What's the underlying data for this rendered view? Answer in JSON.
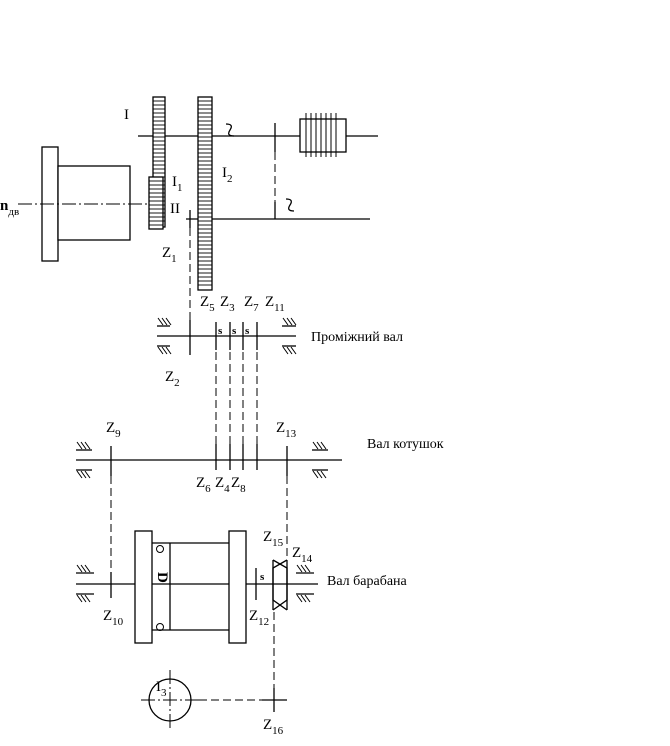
{
  "shaft_labels": {
    "intermediate": "Проміжний вал",
    "reel": "Вал котушок",
    "drum": "Вал барабана"
  },
  "roman": {
    "I": "I",
    "II": "II"
  },
  "motor": {
    "n": "n",
    "n_sub": "дв"
  },
  "drum_letter": "D",
  "i_labels": [
    {
      "base": "I",
      "sub": "1"
    },
    {
      "base": "I",
      "sub": "2"
    },
    {
      "base": "I",
      "sub": "3"
    }
  ],
  "z_labels": {
    "z1": {
      "base": "Z",
      "sub": "1"
    },
    "z2": {
      "base": "Z",
      "sub": "2"
    },
    "z3": {
      "base": "Z",
      "sub": "3"
    },
    "z4": {
      "base": "Z",
      "sub": "4"
    },
    "z5": {
      "base": "Z",
      "sub": "5"
    },
    "z6": {
      "base": "Z",
      "sub": "6"
    },
    "z7": {
      "base": "Z",
      "sub": "7"
    },
    "z8": {
      "base": "Z",
      "sub": "8"
    },
    "z9": {
      "base": "Z",
      "sub": "9"
    },
    "z10": {
      "base": "Z",
      "sub": "10"
    },
    "z11": {
      "base": "Z",
      "sub": "11"
    },
    "z12": {
      "base": "Z",
      "sub": "12"
    },
    "z13": {
      "base": "Z",
      "sub": "13"
    },
    "z14": {
      "base": "Z",
      "sub": "14"
    },
    "z15": {
      "base": "Z",
      "sub": "15"
    },
    "z16": {
      "base": "Z",
      "sub": "16"
    }
  }
}
